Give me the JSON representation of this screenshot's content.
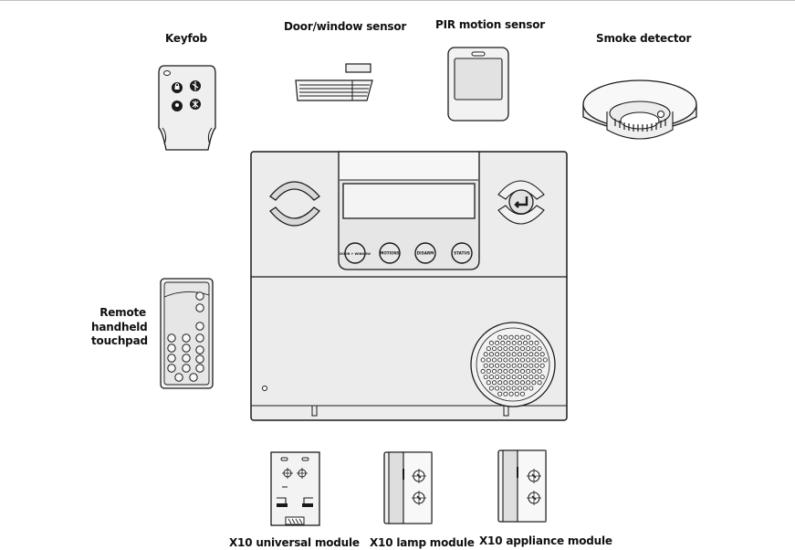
{
  "labels": {
    "keyfob": "Keyfob",
    "door_window_sensor": "Door/window sensor",
    "pir_motion_sensor": "PIR motion sensor",
    "smoke_detector": "Smoke detector",
    "remote_touchpad": [
      "Remote",
      "handheld",
      "touchpad"
    ],
    "x10_universal_module": "X10 universal module",
    "x10_lamp_module": "X10 lamp module",
    "x10_appliance_module": "X10 appliance module"
  },
  "panel_buttons": [
    "DOOR + WINDOW",
    "MOTIONS",
    "DISARM",
    "STATUS"
  ],
  "colors": {
    "stroke": "#1a1a1a",
    "panel_fill": "#ececec",
    "lcd_fill": "#f4f4f4",
    "accent_gray": "#d9d9d9"
  }
}
